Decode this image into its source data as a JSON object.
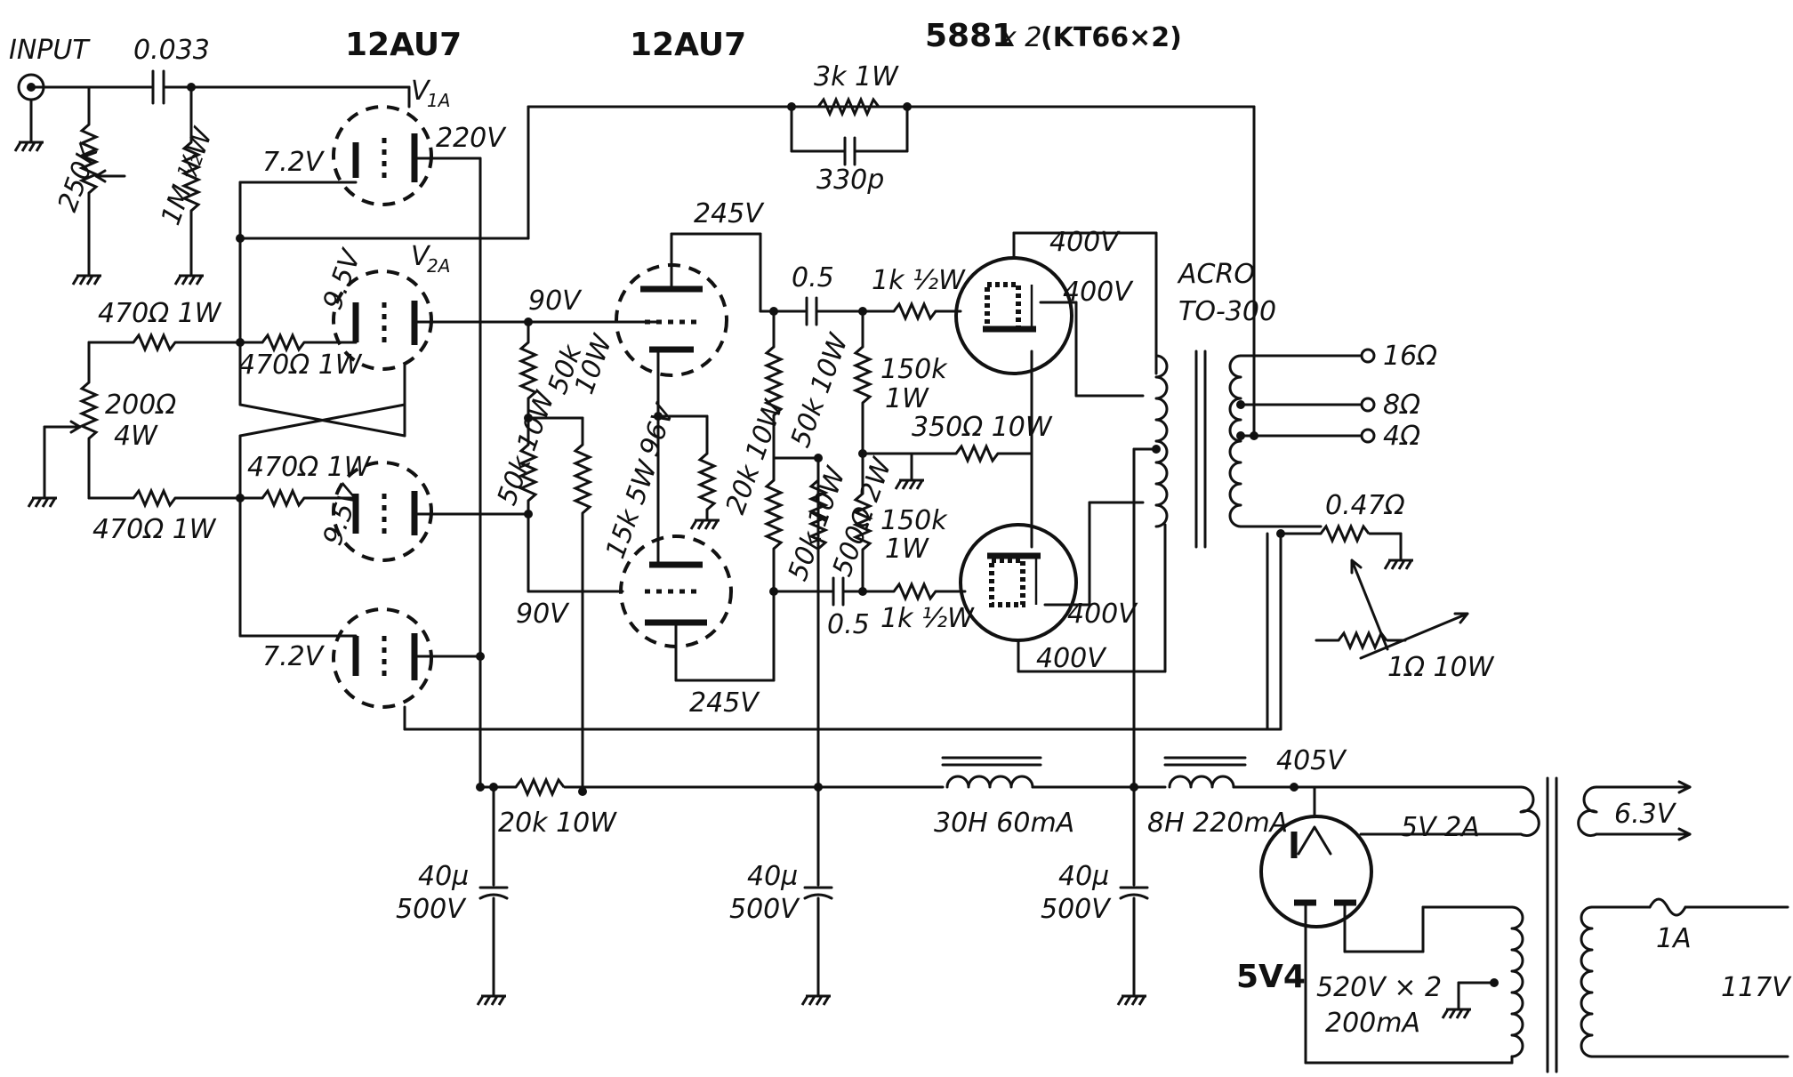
{
  "tubes": {
    "t1": "12AU7",
    "t2": "12AU7",
    "t3": "5881",
    "t3_qty": "x 2",
    "t3_alt": "(KT66×2)",
    "rect": "5V4",
    "v1a": "V",
    "v1a_sub": "1A",
    "v2a": "V",
    "v2a_sub": "2A"
  },
  "input": {
    "label": "INPUT",
    "cap": "0.033",
    "pot": "250K",
    "grid_r": "1M ½W"
  },
  "feedback": {
    "r": "3k 1W",
    "c": "330p"
  },
  "voltages": {
    "v1_plate": "220V",
    "v1_cath": "7.2V",
    "v2_cath": "9.5V",
    "v3_cath": "9.5V",
    "v4_cath": "7.2V",
    "ph_grid_top": "90V",
    "ph_grid_bot": "90V",
    "ph_plate_top": "245V",
    "ph_plate_bot": "245V",
    "ph_cath": "96V",
    "out_plate_top": "400V",
    "out_screen_top": "400V",
    "out_plate_bot": "400V",
    "out_screen_bot": "400V",
    "b_plus": "405V"
  },
  "resistors": {
    "r470a": "470Ω 1W",
    "r470b": "470Ω 1W",
    "r470c": "470Ω 1W",
    "r470d": "470Ω 1W",
    "r200": "200Ω",
    "r200w": "4W",
    "r50k_a": "50k",
    "r50k_aw": "10W",
    "r50k_b": "50k 10W",
    "r15k": "15k 5W",
    "r20k_ph": "20k 10W",
    "r50k_c": "50k 10W",
    "r50k_d": "50k 10W",
    "r500": "500Ω 2W",
    "r150k_a": "150k",
    "r150k_aw": "1W",
    "r150k_b": "150k",
    "r150k_bw": "1W",
    "r350": "350Ω 10W",
    "r1k_a": "1k ½W",
    "r1k_b": "1k ½W",
    "r20k_dec": "20k 10W",
    "r047": "0.47Ω",
    "r1ohm": "1Ω 10W"
  },
  "caps": {
    "c05a": "0.5",
    "c05b": "0.5",
    "c40a": "40µ",
    "c40a_v": "500V",
    "c40b": "40µ",
    "c40b_v": "500V",
    "c40c": "40µ",
    "c40c_v": "500V"
  },
  "transformer": {
    "name": "ACRO",
    "model": "TO-300",
    "tap16": "16Ω",
    "tap8": "8Ω",
    "tap4": "4Ω"
  },
  "power": {
    "choke1": "30H 60mA",
    "choke2": "8H 220mA",
    "fil5v": "5V 2A",
    "fil63": "6.3V",
    "hv": "520V × 2",
    "hv_i": "200mA",
    "fuse": "1A",
    "mains": "117V"
  }
}
